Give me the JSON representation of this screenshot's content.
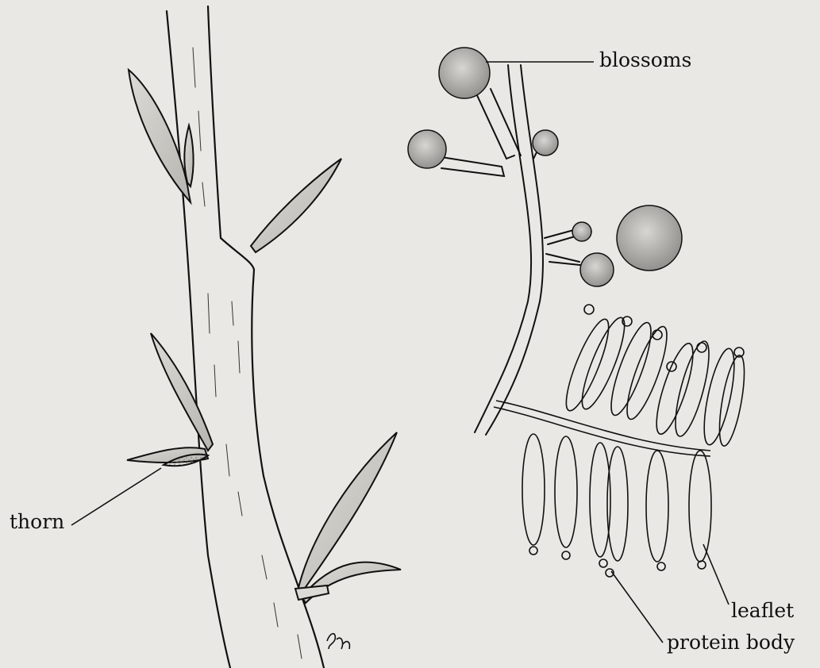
{
  "labels": {
    "blossoms": "blossoms",
    "thorn": "thorn",
    "leaflet": "leaflet",
    "protein_body": "protein body"
  },
  "artist_signature": "Bn",
  "colors": {
    "background": "#e9e8e4",
    "ink": "#111111",
    "stipple": "#6f6e6a"
  }
}
